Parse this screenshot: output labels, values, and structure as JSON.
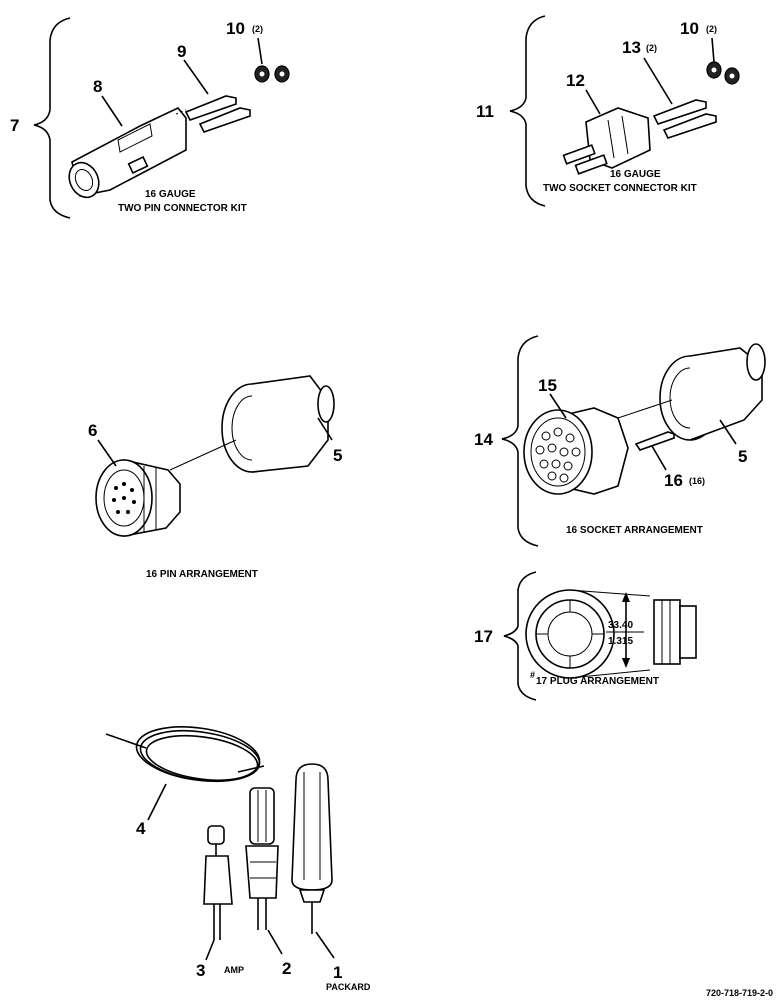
{
  "callouts": {
    "c1": "1",
    "c2": "2",
    "c3": "3",
    "c4": "4",
    "c5a": "5",
    "c5b": "5",
    "c6": "6",
    "c7": "7",
    "c8": "8",
    "c9": "9",
    "c10a": "10",
    "c10b": "10",
    "c11": "11",
    "c12": "12",
    "c13": "13",
    "c14": "14",
    "c15": "15",
    "c16": "16",
    "c17": "17"
  },
  "quantities": {
    "q10a": "(2)",
    "q10b": "(2)",
    "q13": "(2)",
    "q16": "(16)"
  },
  "captions": {
    "pin_kit_gauge": "16 GAUGE",
    "pin_kit_name": "TWO PIN CONNECTOR KIT",
    "socket_kit_gauge": "16 GAUGE",
    "socket_kit_name": "TWO SOCKET CONNECTOR KIT",
    "pin_arrangement": "16 PIN ARRANGEMENT",
    "socket_arrangement": "16 SOCKET ARRANGEMENT",
    "plug_hash": "#",
    "plug_arrangement": "17 PLUG ARRANGEMENT",
    "amp": "AMP",
    "packard": "PACKARD"
  },
  "dimension": {
    "metric": "33.40",
    "inch": "1.315"
  },
  "figure_id": "720-718-719-2-0"
}
